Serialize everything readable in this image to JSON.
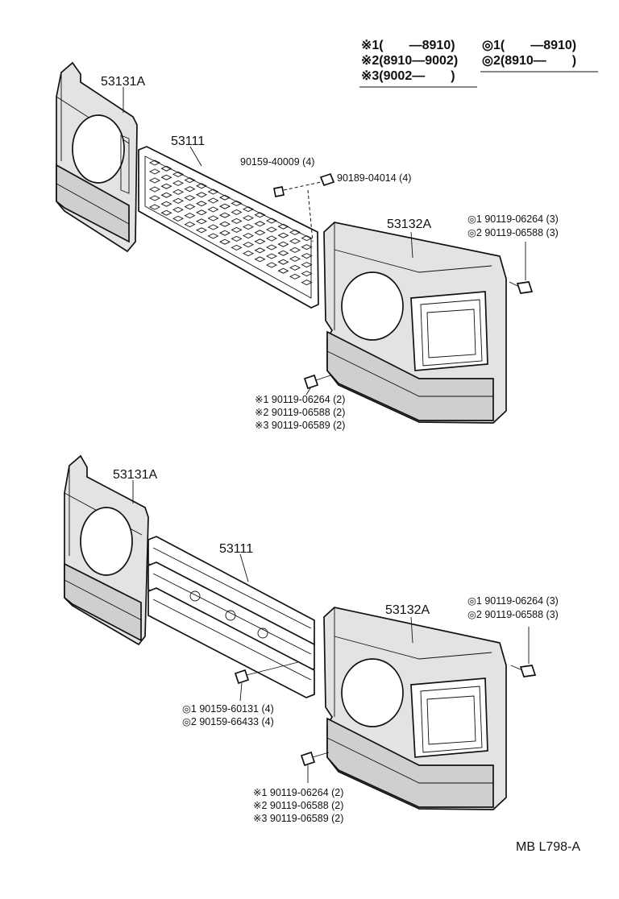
{
  "legend": {
    "star_1": "※1(　　—8910)",
    "star_2": "※2(8910—9002)",
    "star_3": "※3(9002—　　)",
    "circ_1": "◎1(　　—8910)",
    "circ_2": "◎2(8910—　　)"
  },
  "top": {
    "left_housing": "53131A",
    "grille": "53111",
    "bolt_a": "90159-40009 (4)",
    "nut_a": "90189-04014 (4)",
    "right_housing": "53132A",
    "screw_right_1": "◎1 90119-06264 (3)",
    "screw_right_2": "◎2 90119-06588 (3)",
    "screw_bottom_1": "※1 90119-06264 (2)",
    "screw_bottom_2": "※2 90119-06588 (2)",
    "screw_bottom_3": "※3 90119-06589 (2)"
  },
  "bottom": {
    "left_housing": "53131A",
    "grille": "53111",
    "right_housing": "53132A",
    "screw_right_1": "◎1 90119-06264 (3)",
    "screw_right_2": "◎2 90119-06588 (3)",
    "bolt_1": "◎1 90159-60131 (4)",
    "bolt_2": "◎2 90159-66433 (4)",
    "screw_bottom_1": "※1 90119-06264 (2)",
    "screw_bottom_2": "※2 90119-06588 (2)",
    "screw_bottom_3": "※3 90119-06589 (2)"
  },
  "code": "MB L798-A"
}
